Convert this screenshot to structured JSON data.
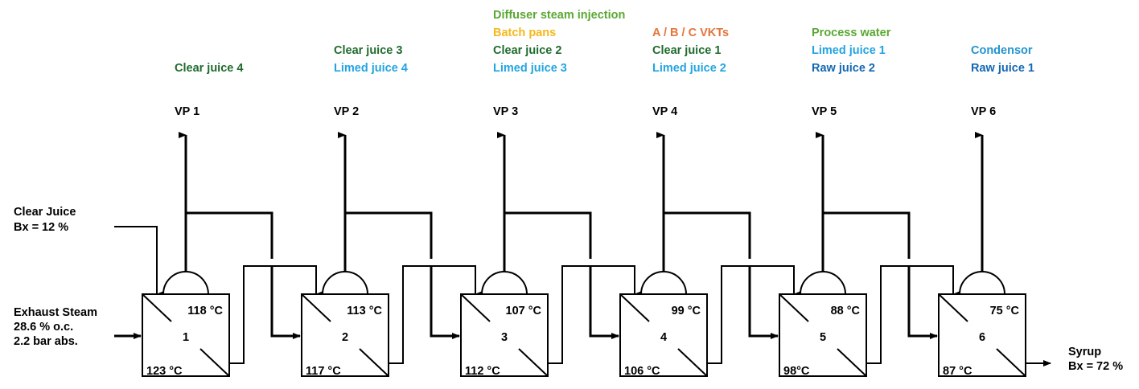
{
  "colors": {
    "line": "#000000",
    "process_water_green": "#5aa832",
    "batch_pans_yellow": "#f5b81c",
    "vkt_orange": "#e2753a",
    "clear_juice_green": "#1f6b2e",
    "limed_juice_blue": "#22a4e0",
    "raw_juice_blue": "#1467b3",
    "condensor_blue": "#2294d0"
  },
  "inputs": {
    "clear_juice": {
      "line1": "Clear Juice",
      "line2": "Bx = 12 %"
    },
    "exhaust_steam": {
      "line1": "Exhaust Steam",
      "line2": "28.6 % o.c.",
      "line3": "2.2 bar abs."
    }
  },
  "output": {
    "line1": "Syrup",
    "line2": "Bx = 72 %"
  },
  "effects": [
    {
      "number": "1",
      "vapour_label": "VP 1",
      "vapour_temp": "118 °C",
      "juice_temp": "123 °C",
      "consumers": [
        {
          "text": "Clear juice 4",
          "type": "clear_juice"
        }
      ]
    },
    {
      "number": "2",
      "vapour_label": "VP 2",
      "vapour_temp": "113 °C",
      "juice_temp": "117 °C",
      "consumers": [
        {
          "text": "Clear juice 3",
          "type": "clear_juice"
        },
        {
          "text": "Limed juice 4",
          "type": "limed_juice"
        }
      ]
    },
    {
      "number": "3",
      "vapour_label": "VP 3",
      "vapour_temp": "107 °C",
      "juice_temp": "112 °C",
      "consumers": [
        {
          "text": "Diffuser steam injection",
          "type": "process_water"
        },
        {
          "text": "Batch pans",
          "type": "batch_pans"
        },
        {
          "text": "Clear juice 2",
          "type": "clear_juice"
        },
        {
          "text": "Limed juice 3",
          "type": "limed_juice"
        }
      ]
    },
    {
      "number": "4",
      "vapour_label": "VP 4",
      "vapour_temp": "99 °C",
      "juice_temp": "106 °C",
      "consumers": [
        {
          "text": "A / B / C VKTs",
          "type": "vkt"
        },
        {
          "text": "Clear juice 1",
          "type": "clear_juice"
        },
        {
          "text": "Limed juice 2",
          "type": "limed_juice"
        }
      ]
    },
    {
      "number": "5",
      "vapour_label": "VP 5",
      "vapour_temp": "88 °C",
      "juice_temp": "98°C",
      "consumers": [
        {
          "text": "Process water",
          "type": "process_water"
        },
        {
          "text": "Limed juice 1",
          "type": "limed_juice"
        },
        {
          "text": "Raw juice 2",
          "type": "raw_juice"
        }
      ]
    },
    {
      "number": "6",
      "vapour_label": "VP 6",
      "vapour_temp": "75 °C",
      "juice_temp": "87 °C",
      "consumers": [
        {
          "text": "Condensor",
          "type": "condensor"
        },
        {
          "text": "Raw juice 1",
          "type": "raw_juice"
        }
      ]
    }
  ]
}
